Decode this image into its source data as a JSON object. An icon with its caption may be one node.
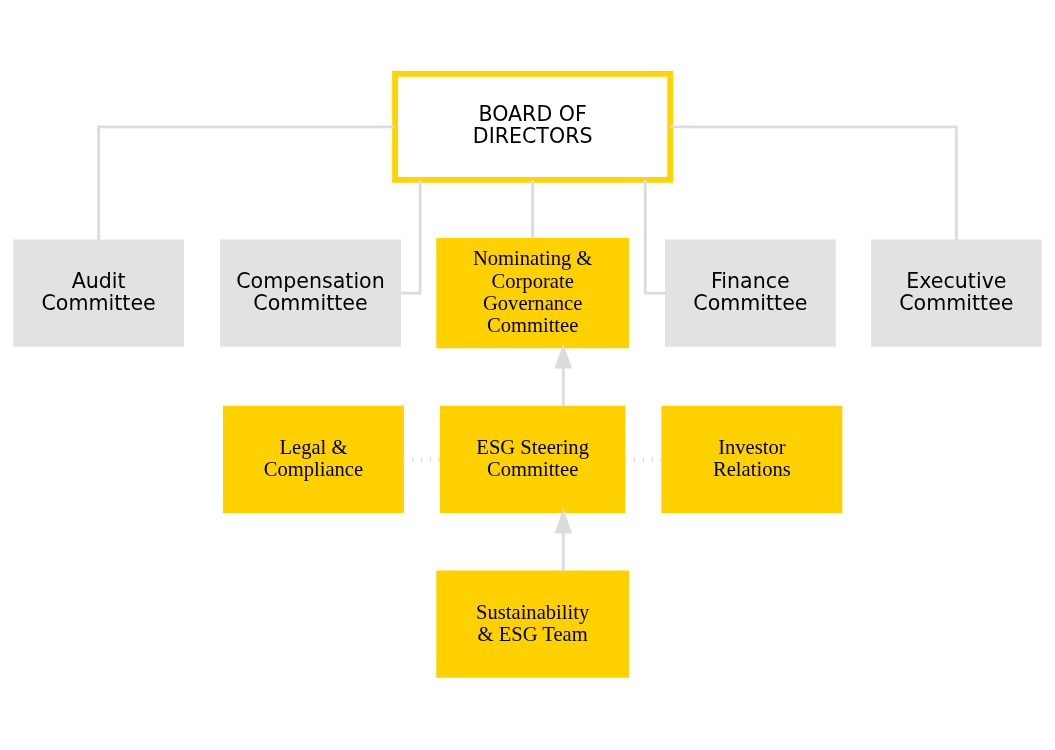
{
  "diagram": {
    "nodes": [
      {
        "text": [
          "BOARD OF DIRECTORS"
        ]
      },
      {
        "text": [
          "Audit Committee"
        ]
      },
      {
        "text": [
          "Compensation Committee"
        ]
      },
      {
        "text": [
          "Nominating & Corporate Governance Committee"
        ]
      },
      {
        "text": [
          "Finance Committee"
        ]
      },
      {
        "text": [
          "Executive Committee"
        ]
      },
      {
        "text": [
          "Legal & Compliance"
        ]
      },
      {
        "text": [
          "ESG Steering Committee"
        ]
      },
      {
        "text": [
          "Investor Relations"
        ]
      },
      {
        "text": [
          "Sustainability & ESG Team"
        ]
      }
    ],
    "edges": [
      {
        "from": 0,
        "to": 1,
        "arrow": "none"
      },
      {
        "from": 0,
        "to": 2,
        "arrow": "none"
      },
      {
        "from": 0,
        "to": 3,
        "arrow": "none"
      },
      {
        "from": 0,
        "to": 4,
        "arrow": "none"
      },
      {
        "from": 0,
        "to": 5,
        "arrow": "none"
      },
      {
        "from": 7,
        "to": 3,
        "arrow": "to"
      },
      {
        "from": 9,
        "to": 7,
        "arrow": "to"
      },
      {
        "from": 6,
        "to": 7,
        "arrow": "none",
        "style": "dashed"
      },
      {
        "from": 7,
        "to": 8,
        "arrow": "none",
        "style": "dashed"
      }
    ]
  }
}
